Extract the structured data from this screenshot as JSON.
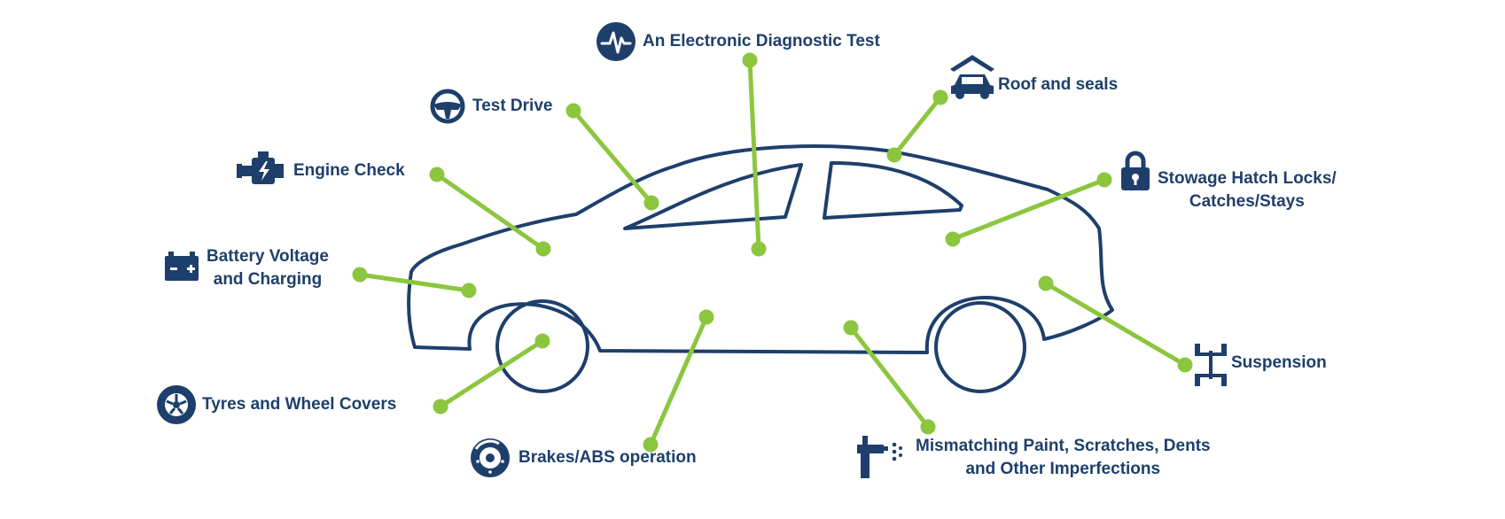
{
  "colors": {
    "navy": "#1e3f6b",
    "green": "#8cc63f",
    "white": "#ffffff"
  },
  "labels": {
    "diagnostic": "An Electronic Diagnostic Test",
    "roof": "Roof and seals",
    "test_drive": "Test Drive",
    "engine": "Engine Check",
    "stowage_1": "Stowage Hatch Locks/",
    "stowage_2": "Catches/Stays",
    "battery_1": "Battery Voltage",
    "battery_2": "and Charging",
    "suspension": "Suspension",
    "tyres": "Tyres and Wheel Covers",
    "brakes": "Brakes/ABS operation",
    "paint_1": "Mismatching Paint, Scratches, Dents",
    "paint_2": "and Other Imperfections"
  },
  "icons": {
    "diagnostic": "heartbeat-icon",
    "roof": "car-roof-icon",
    "test_drive": "steering-wheel-icon",
    "engine": "engine-icon",
    "stowage": "padlock-icon",
    "battery": "battery-icon",
    "suspension": "chassis-icon",
    "tyres": "tyre-icon",
    "brakes": "brake-disc-icon",
    "paint": "spray-gun-icon"
  }
}
